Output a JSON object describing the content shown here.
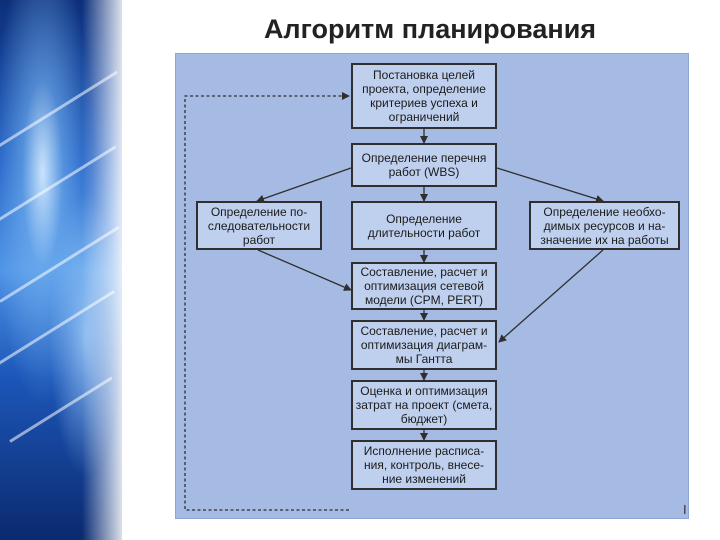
{
  "title": "Алгоритм планирования",
  "steps": {
    "goals": "Постановка целей проекта, определение критериев успеха и ограничений",
    "wbs": "Определение перечня работ (WBS)",
    "sequence": "Определение по-следовательности работ",
    "duration": "Определение длительности работ",
    "resources": "Определение необхо-димых ресурсов и на-значение их на работы",
    "network": "Составление, расчет и оптимизация сетевой модели (CPM, PERT)",
    "gantt": "Составление, расчет и оптимизация диаграм-мы Гантта",
    "cost": "Оценка и оптимизация затрат на проект (смета, бюджет)",
    "execution": "Исполнение расписа-ния, контроль, внесе-ние изменений"
  },
  "corner_mark": "I",
  "colors": {
    "panel": "#a5bbe4",
    "box_fill": "#bfd0ee",
    "box_border": "#2f2f2f",
    "arrow": "#2f2f2f"
  }
}
